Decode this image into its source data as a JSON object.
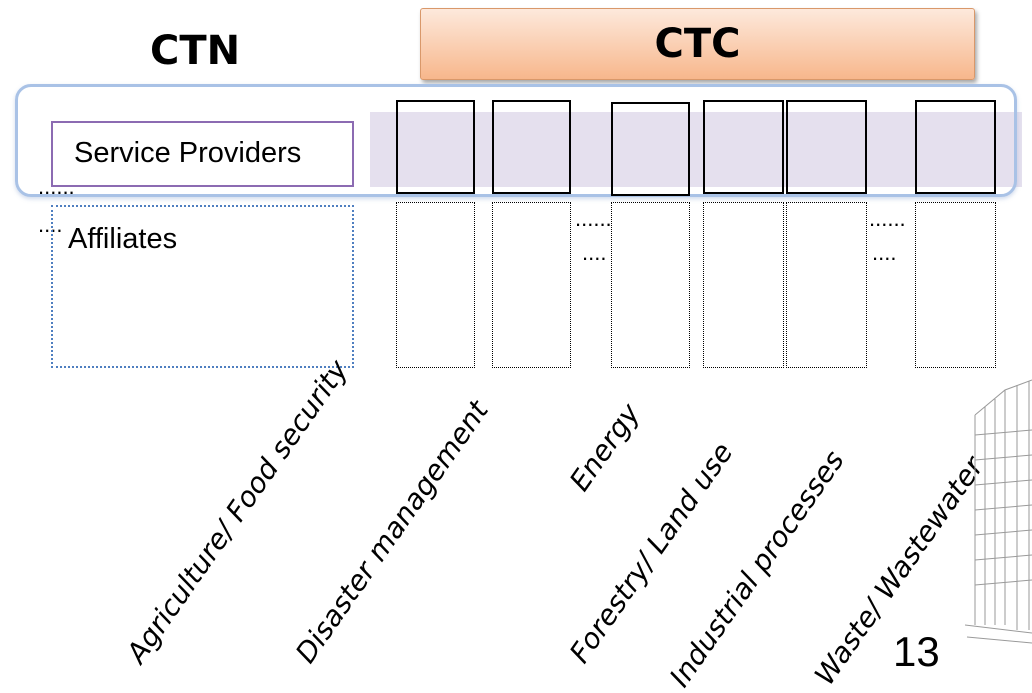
{
  "ctn_title": "CTN",
  "ctc_title": "CTC",
  "service_providers": "Service Providers",
  "affiliates": "Affiliates",
  "ellipsis_long": "......",
  "ellipsis_short": "....",
  "ellipsis_left_top": "......",
  "ellipsis_left_bottom": "....",
  "sectors": [
    "Agriculture/ Food security",
    "Disaster management",
    "Energy",
    "Forestry/ Land use",
    "Industrial processes",
    "Waste/ Wastewater"
  ],
  "page_number": "13",
  "colors": {
    "banner": "#f7b78c",
    "band_border": "#a9c2e6",
    "band_fill": "#e5e0ee",
    "service_border": "#8c6bb2",
    "affiliates_border": "#4f7fc0"
  }
}
